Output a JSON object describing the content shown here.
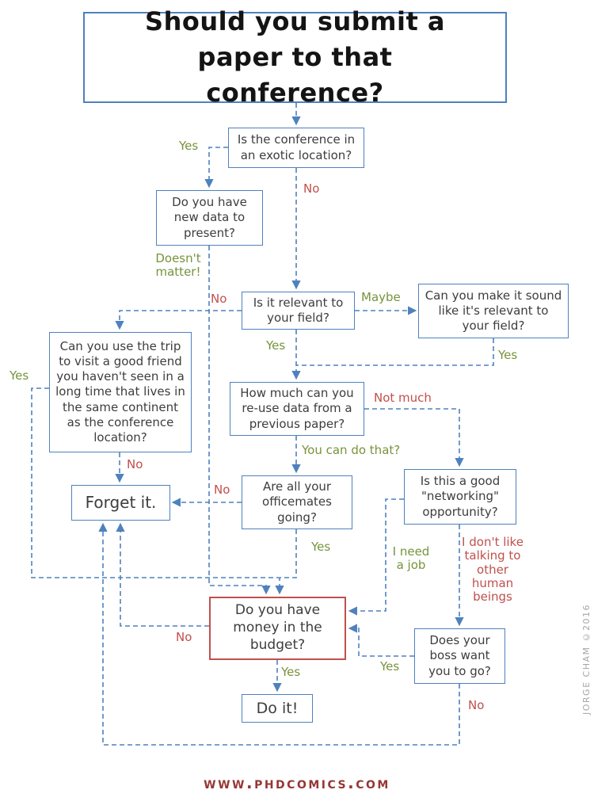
{
  "title": "Should you submit a paper to that conference?",
  "nodes": {
    "exotic": "Is the conference in an exotic location?",
    "new_data": "Do you have new data to present?",
    "relevant": "Is it relevant to your field?",
    "sound_relevant": "Can you make it sound like it's relevant to your field?",
    "trip": "Can you use the trip to visit a good friend you haven't seen in a long time that lives in the same continent as the conference location?",
    "reuse": "How much can you re-use data from a previous paper?",
    "officemates": "Are all your officemates going?",
    "networking": "Is this a good \"networking\" opportunity?",
    "forget": "Forget it.",
    "budget": "Do you have money in the budget?",
    "boss": "Does your boss want you to go?",
    "doit": "Do it!"
  },
  "labels": {
    "exotic_yes": "Yes",
    "exotic_no": "No",
    "doesnt_matter": "Doesn't matter!",
    "relevant_no": "No",
    "relevant_maybe": "Maybe",
    "relevant_yes": "Yes",
    "sound_yes": "Yes",
    "not_much": "Not much",
    "can_do": "You can do that?",
    "officemates_no": "No",
    "officemates_yes": "Yes",
    "trip_yes": "Yes",
    "trip_no": "No",
    "need_job": "I need a job",
    "dont_like": "I don't like talking to other human beings",
    "boss_yes": "Yes",
    "boss_no": "No",
    "budget_no": "No",
    "budget_yes": "Yes"
  },
  "footer": {
    "url": "www.phdcomics.com"
  },
  "credit": "JORGE CHAM ©2016",
  "colors": {
    "box_border": "#4f81bd",
    "edge": "#4f81bd",
    "highlight_border": "#c0504d",
    "yes_green": "#77933c",
    "no_red": "#c0504d",
    "footer": "#953735"
  }
}
